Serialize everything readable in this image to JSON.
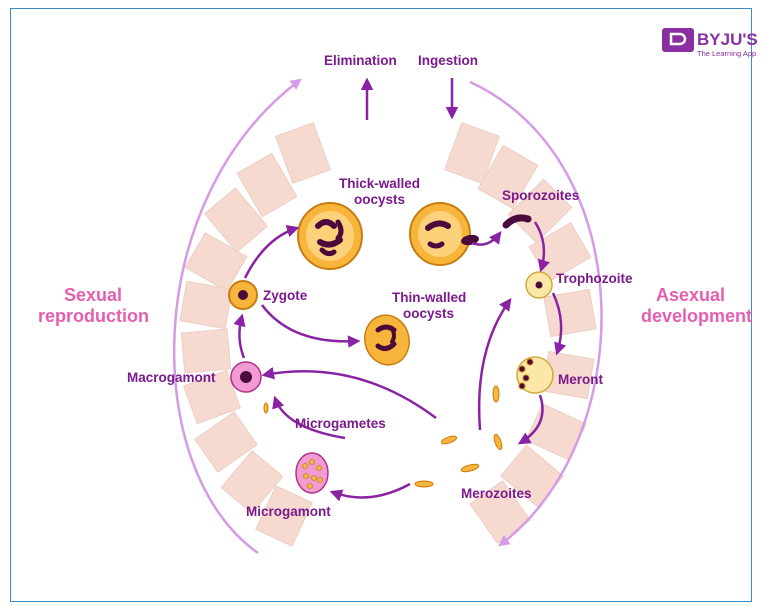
{
  "brand": {
    "name": "BYJU'S",
    "tagline": "The Learning App",
    "color": "#8a2fa0"
  },
  "colors": {
    "label": "#7b1a8c",
    "phase_label": "#e45fb0",
    "arrow": "#8a23a3",
    "outer_arc": "#d59be5",
    "cell": "#f6d9cf",
    "oocyst_fill": "#f7b53b",
    "nucleus": "#4a0a3c"
  },
  "top_labels": {
    "elimination": "Elimination",
    "ingestion": "Ingestion"
  },
  "phases": {
    "sexual": [
      "Sexual",
      "reproduction"
    ],
    "asexual": [
      "Asexual",
      "development"
    ]
  },
  "stages": {
    "thick_walled": [
      "Thick-walled",
      "oocysts"
    ],
    "thin_walled": [
      "Thin-walled",
      "oocysts"
    ],
    "sporozoites": "Sporozoites",
    "trophozoite": "Trophozoite",
    "meront": "Meront",
    "merozoites": "Merozoites",
    "zygote": "Zygote",
    "macrogamont": "Macrogamont",
    "microgametes": "Microgametes",
    "microgamont": "Microgamont"
  }
}
